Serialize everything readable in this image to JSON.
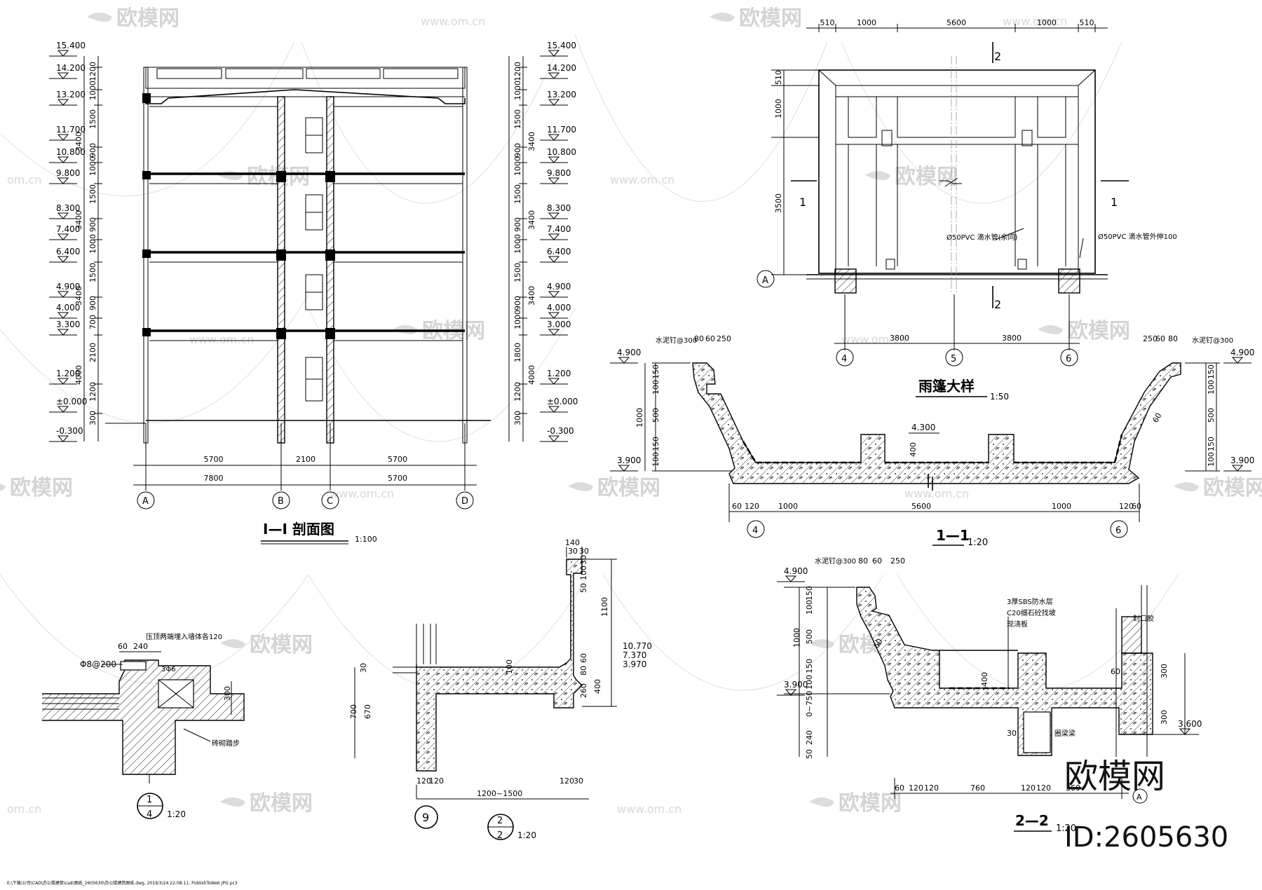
{
  "watermark": {
    "logo": "欧模网",
    "url": "www.om.cn",
    "url_short": "om.cn",
    "brand": "欧模网",
    "id": "ID:2605630"
  },
  "section_1_1": {
    "title": "I—I 剖面图",
    "scale": "1:100",
    "left_levels": [
      "15.400",
      "14.200",
      "13.200",
      "11.700",
      "10.800",
      "9.800",
      "8.300",
      "7.400",
      "6.400",
      "4.900",
      "4.000",
      "3.300",
      "1.200",
      "±0.000",
      "-0.300"
    ],
    "right_levels": [
      "15.400",
      "14.200",
      "13.200",
      "11.700",
      "10.800",
      "9.800",
      "8.300",
      "7.400",
      "6.400",
      "4.900",
      "4.000",
      "3.000",
      "1.200",
      "±0.000",
      "-0.300"
    ],
    "left_dims_inner": [
      "1200",
      "1000",
      "1500",
      "900",
      "1000",
      "1500",
      "900",
      "1000",
      "1500",
      "900",
      "700",
      "2100",
      "1200",
      "300"
    ],
    "left_dims_outer": [
      "3400",
      "3400",
      "3400",
      "4000"
    ],
    "right_dims_inner": [
      "1200",
      "1000",
      "1500",
      "900",
      "1000",
      "1500",
      "900",
      "1000",
      "1500",
      "900",
      "1000",
      "1800",
      "1200",
      "300"
    ],
    "right_dims_outer": [
      "3400",
      "3400",
      "3400",
      "4000"
    ],
    "bottom_dims_1": [
      "5700",
      "2100",
      "5700"
    ],
    "bottom_dims_2": [
      "7800",
      "5700"
    ],
    "axes": [
      "A",
      "B",
      "C",
      "D"
    ]
  },
  "canopy_plan": {
    "top_dims": [
      "510",
      "1000",
      "5600",
      "1000",
      "510"
    ],
    "left_dims": [
      "510",
      "1000",
      "3500"
    ],
    "bottom_dims": [
      "3800",
      "3800"
    ],
    "axes_bottom": [
      "4",
      "5",
      "6"
    ],
    "axis_left": "A",
    "cut_2": "2",
    "cut_1": "1",
    "pipe_label_1": "Ø50PVC 滴水管(余同)",
    "pipe_label_2": "Ø50PVC 滴水管外伸100"
  },
  "canopy_section": {
    "title": "雨篷大样",
    "title_scale": "1:50",
    "label": "1—1",
    "scale": "1:20",
    "left_top_note": "水泥钉@300",
    "right_top_note": "水泥钉@300",
    "top_dims_left": [
      "80",
      "60",
      "250"
    ],
    "top_dims_right": [
      "250",
      "60",
      "80"
    ],
    "level_top": "4.900",
    "level_bottom": "3.900",
    "level_mid": "4.300",
    "left_vdims": [
      "150",
      "100",
      "500",
      "150",
      "100"
    ],
    "left_total": "1000",
    "right_vdims": [
      "150",
      "100",
      "500",
      "150",
      "100"
    ],
    "height_400": "400",
    "slope": "60",
    "bottom_dims": [
      "60",
      "120",
      "1000",
      "5600",
      "1000",
      "120",
      "60"
    ],
    "axes": [
      "4",
      "6"
    ]
  },
  "detail_4": {
    "dims": [
      "60",
      "240"
    ],
    "rebar": "Φ8@200",
    "note_1": "压顶两端埋入墙体各120",
    "note_1_sub": "3Φ6",
    "note_2": "砖砌踏步",
    "dim_300": "300",
    "num": "1",
    "den": "4",
    "scale": "1:20"
  },
  "detail_2": {
    "top_dims": [
      "140",
      "30",
      "30"
    ],
    "right_vdims": [
      "30",
      "100",
      "50",
      "1100",
      "60",
      "80",
      "260",
      "400"
    ],
    "levels": [
      "10.770",
      "7.370",
      "3.970"
    ],
    "left_dims": [
      "700",
      "670",
      "30"
    ],
    "slab_100": "100",
    "bottom_dims": [
      "120",
      "120",
      "1200~1500",
      "120",
      "30"
    ],
    "axis": "9",
    "num": "2",
    "den": "2",
    "scale": "1:20"
  },
  "section_2_2": {
    "label": "2—2",
    "scale": "1:20",
    "top_note": "水泥钉@300",
    "top_dims": [
      "80",
      "60",
      "250"
    ],
    "note_1": "3厚SBS防水层",
    "note_2": "C20细石砼找坡",
    "note_3": "现浇板",
    "note_4": "封口胶",
    "note_5": "圈梁梁",
    "level_top": "4.900",
    "level_mid": "3.900",
    "level_low": "3.600",
    "left_vdims": [
      "150",
      "100",
      "500",
      "150",
      "100",
      "0~750",
      "240",
      "50"
    ],
    "left_total": "1000",
    "right_vdims": [
      "300",
      "300"
    ],
    "h400": "400",
    "d30": "30",
    "d60": "60",
    "slope": "60",
    "bottom_dims": [
      "60",
      "120",
      "120",
      "760",
      "120",
      "120",
      "360"
    ],
    "axis": "A"
  },
  "footer": "E:\\下载\\公司\\CAD\\办公楼建筑\\cad\\图纸_2605630\\办公楼建筑图纸.dwg, 2019/3/24 22:08:11, PublishToWeb JPG.pc3"
}
